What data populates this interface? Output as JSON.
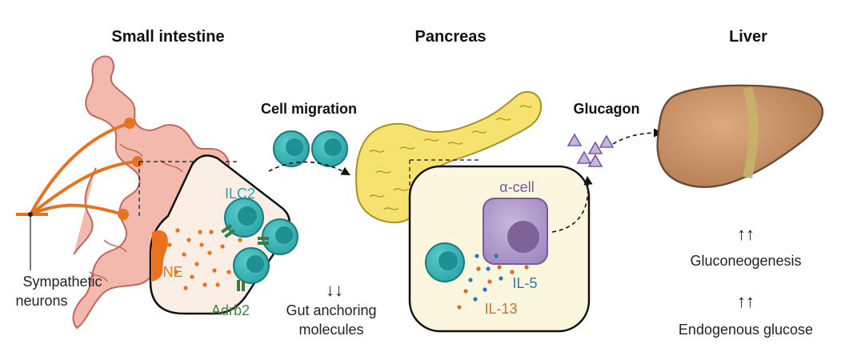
{
  "titles": {
    "small_intestine": "Small intestine",
    "pancreas": "Pancreas",
    "liver": "Liver"
  },
  "labels": {
    "cell_migration": "Cell migration",
    "glucagon": "Glucagon",
    "ilc2": "ILC2",
    "ne": "NE",
    "adrb2": "Adrb2",
    "sympathetic_line1": "Sympathetic",
    "sympathetic_line2": "neurons",
    "gut_anchoring_arrows": "↓↓",
    "gut_anchoring_line1": "Gut anchoring",
    "gut_anchoring_line2": "molecules",
    "alpha_cell": "α-cell",
    "il5": "IL-5",
    "il13": "IL-13",
    "up_arrows_1": "↑↑",
    "gluconeogenesis": "Gluconeogenesis",
    "up_arrows_2": "↑↑",
    "endogenous_glucose": "Endogenous glucose"
  },
  "colors": {
    "intestine_fill": "#f3b9ad",
    "intestine_stroke": "#c0675a",
    "neuron": "#e8731f",
    "ilc2_outer": "#36b3b3",
    "ilc2_inner": "#1e8f92",
    "ilc2_label": "#2aa3a8",
    "ne_label": "#e8731f",
    "adrb2_label": "#3f8a3f",
    "receptor": "#3d7a3d",
    "pancreas_fill": "#f6e36f",
    "pancreas_stroke": "#a88f2a",
    "alpha_cell_fill": "#b6a3cf",
    "alpha_label": "#7a5a9c",
    "il5": "#2b78c2",
    "il13": "#d0702a",
    "glucagon": "#9a78c0",
    "liver_fill": "#c48e64",
    "liver_stroke": "#6e4a30",
    "liver_band": "#c7b36a",
    "inset_fill": "#fbeee4",
    "inset2_fill": "#fbf7df"
  }
}
